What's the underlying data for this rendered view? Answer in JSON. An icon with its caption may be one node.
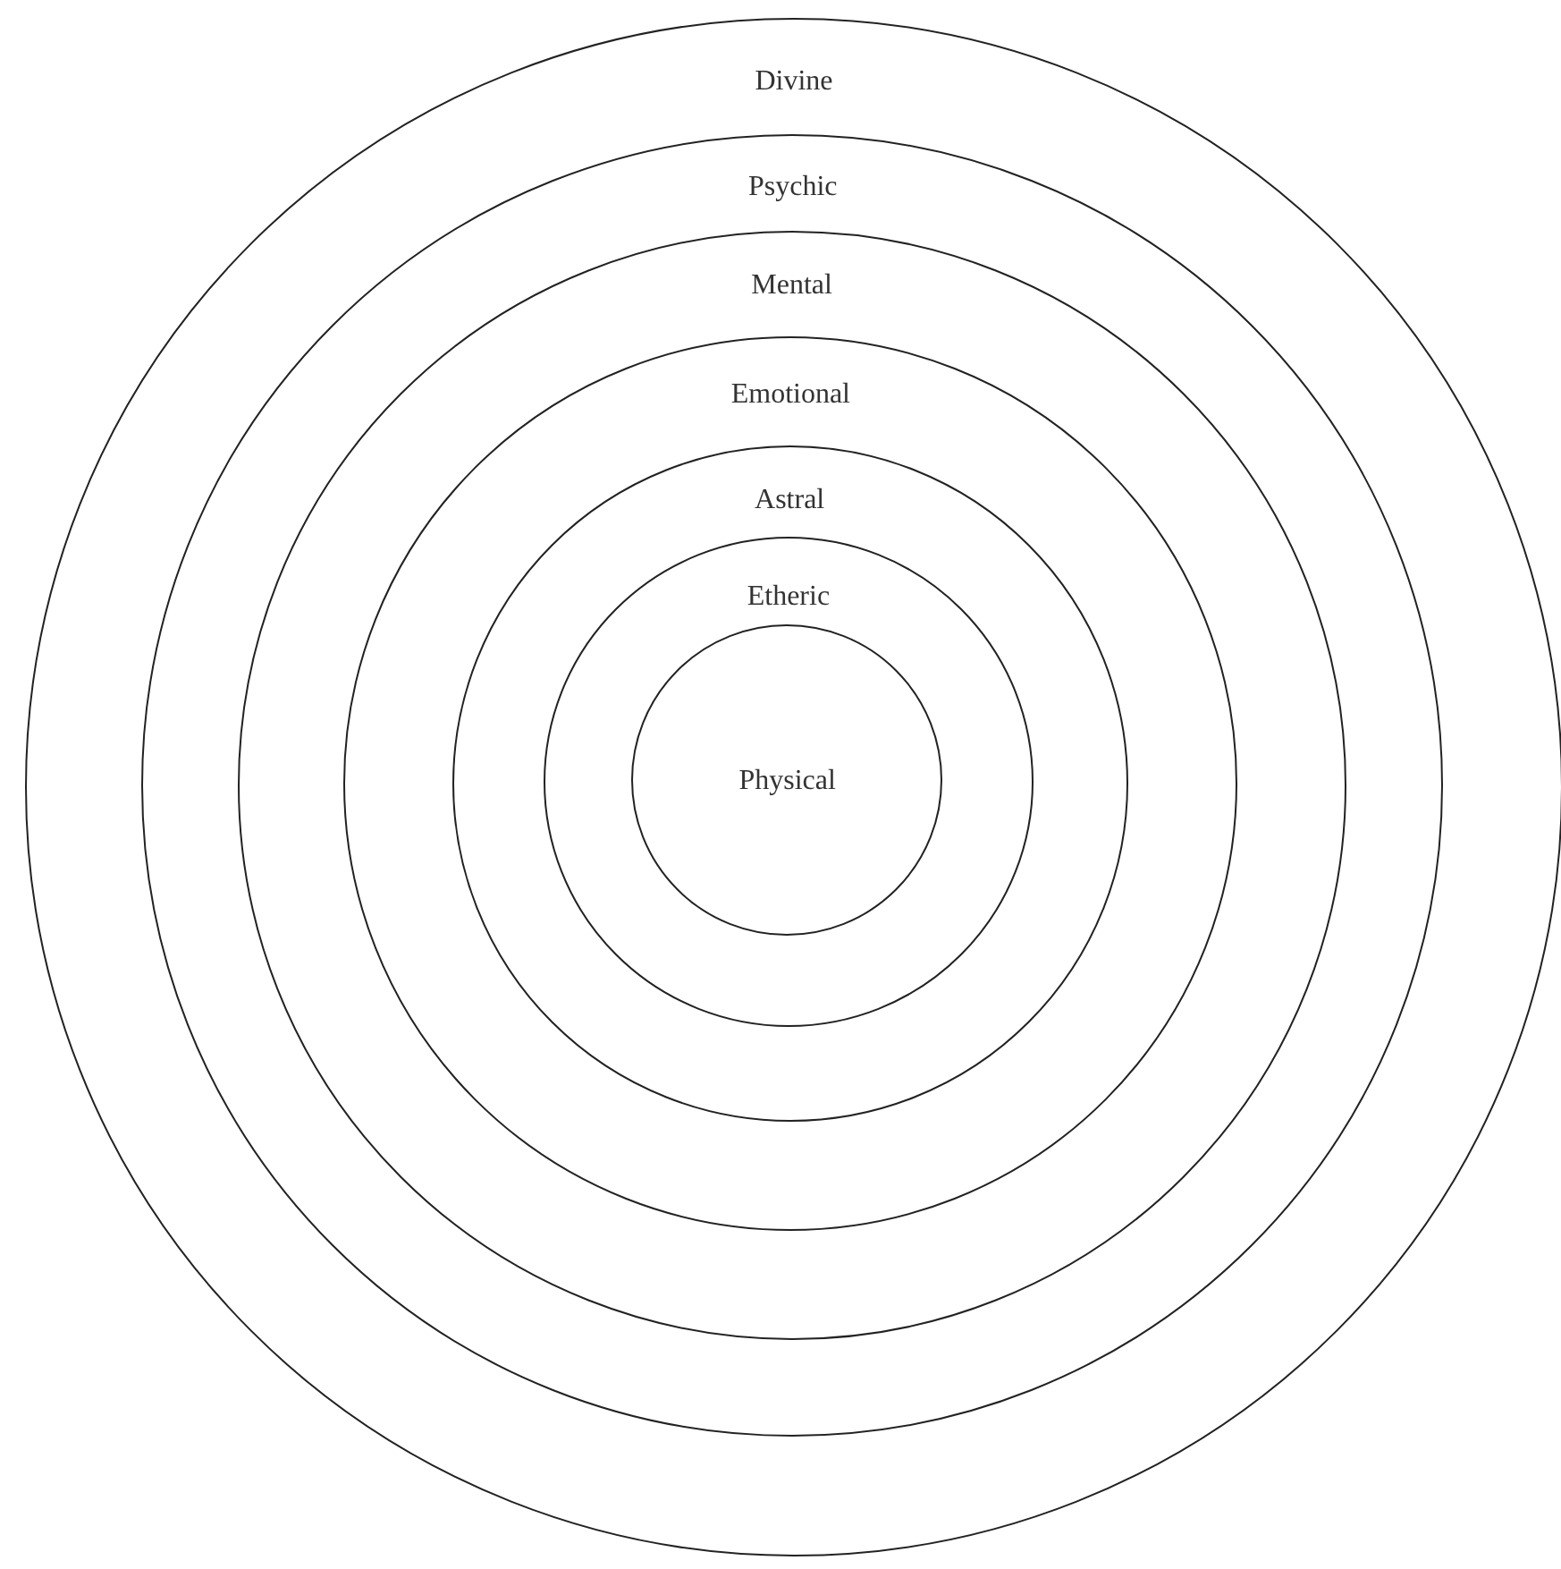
{
  "diagram": {
    "nodes": [
      {
        "text": [
          "Divine"
        ]
      },
      {
        "text": [
          "Psychic"
        ],
        "in": 0
      },
      {
        "text": [
          "Mental"
        ],
        "in": 1
      },
      {
        "text": [
          "Emotional"
        ],
        "in": 2
      },
      {
        "text": [
          "Astral"
        ],
        "in": 3
      },
      {
        "text": [
          "Etheric"
        ],
        "in": 4
      },
      {
        "text": [
          "Physical"
        ],
        "in": 5
      }
    ]
  }
}
